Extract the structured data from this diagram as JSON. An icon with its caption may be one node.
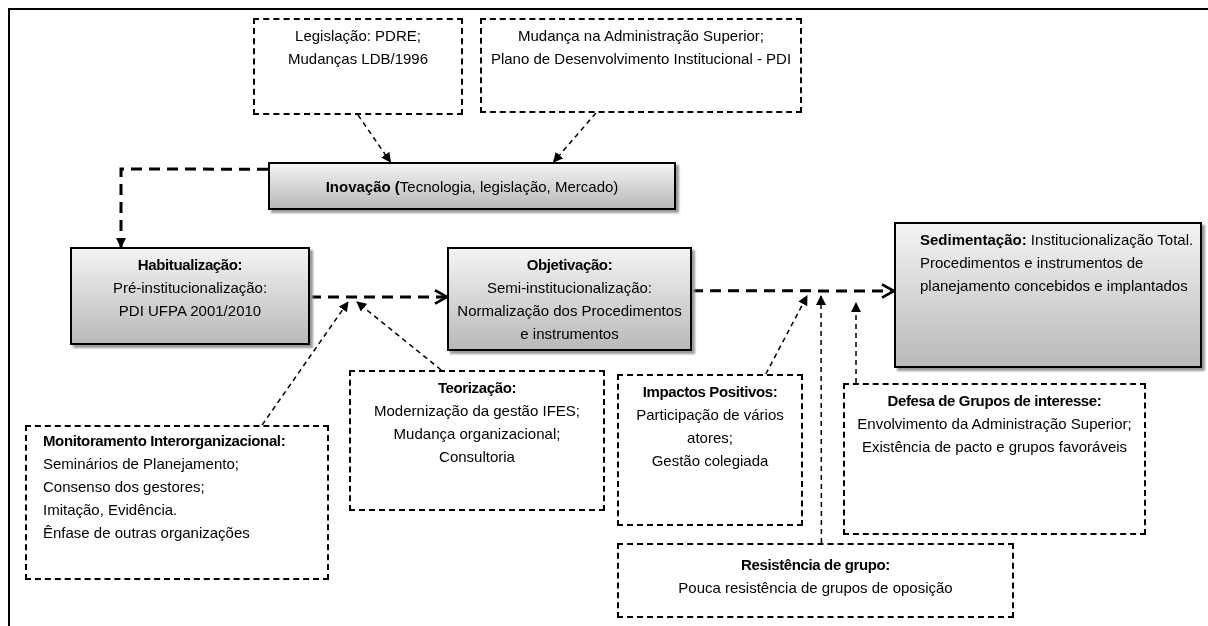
{
  "diagram": {
    "nodes": [
      {
        "text": [
          "Legislação: PDRE;",
          "Mudanças LDB/1996"
        ]
      },
      {
        "text": [
          "Mudança na Administração Superior;",
          "Plano de Desenvolvimento Institucional - PDI"
        ]
      },
      {
        "text": [
          "**Inovação (**Tecnologia, legislação, Mercado)"
        ]
      },
      {
        "text": [
          "Habitualização:",
          "Pré-institucionalização:",
          "PDI UFPA 2001/2010"
        ]
      },
      {
        "text": [
          "Objetivação:",
          "Semi-institucionalização:",
          "Normalização dos Procedimentos e instrumentos"
        ]
      },
      {
        "text": [
          "**Sedimentação:** Institucionalização Total.",
          "Procedimentos e instrumentos de planejamento concebidos e implantados"
        ]
      },
      {
        "text": [
          "Monitoramento Interorganizacional:",
          "Seminários de Planejamento;",
          "Consenso dos gestores;",
          "Imitação, Evidência.",
          "Ênfase de outras organizações"
        ]
      },
      {
        "text": [
          "Teorização:",
          "Modernização da gestão IFES;",
          "Mudança organizacional;",
          "Consultoria"
        ]
      },
      {
        "text": [
          "Impactos Positivos:",
          "Participação de vários atores;",
          "Gestão colegiada"
        ]
      },
      {
        "text": [
          "Defesa de Grupos de interesse:",
          "Envolvimento da Administração Superior;",
          "Existência de pacto e grupos favoráveis"
        ]
      },
      {
        "text": [
          "Resistência de grupo:",
          "Pouca resistência de grupos de oposição"
        ]
      }
    ],
    "edges": [
      {
        "from": 0,
        "to": 2,
        "arrow": "to",
        "style": "dashed"
      },
      {
        "from": 1,
        "to": 2,
        "arrow": "to",
        "style": "dashed"
      },
      {
        "from": 2,
        "to": 3,
        "arrow": "to",
        "style": "dashed"
      },
      {
        "from": 3,
        "to": 4,
        "arrow": "to",
        "style": "dashed"
      },
      {
        "from": 4,
        "to": 5,
        "arrow": "to",
        "style": "dashed"
      },
      {
        "from": 6,
        "to": null,
        "arrow": "to",
        "style": "dashed"
      },
      {
        "from": 7,
        "to": null,
        "arrow": "to",
        "style": "dashed"
      },
      {
        "from": 8,
        "to": null,
        "arrow": "to",
        "style": "dashed"
      },
      {
        "from": 10,
        "to": null,
        "arrow": "to",
        "style": "dashed"
      },
      {
        "from": 9,
        "to": null,
        "arrow": "to",
        "style": "dashed"
      }
    ]
  }
}
